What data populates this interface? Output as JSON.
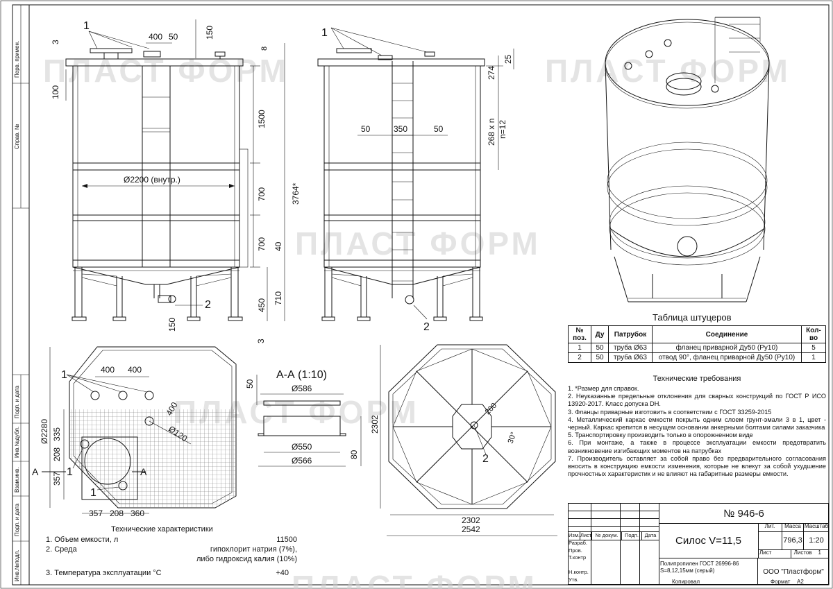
{
  "watermark": "ПЛАСТ ФОРМ",
  "side_stamps": [
    "Перв. примен.",
    "Справ. №",
    "Подп. и дата",
    "Инв.№дубл.",
    "Взам.инв.",
    "Подп. и дата",
    "Инв.№подл."
  ],
  "front_view": {
    "dims_top": [
      "400",
      "50",
      "150",
      "3",
      "100",
      "8"
    ],
    "dims_right": [
      "1500",
      "700",
      "700",
      "40",
      "710",
      "450",
      "150",
      "3"
    ],
    "total_height": "3764*",
    "diameter": "Ø2200 (внутр.)",
    "callouts": [
      "1",
      "2"
    ]
  },
  "side_view": {
    "dims": [
      "50",
      "350",
      "50",
      "274",
      "25",
      "268 x n",
      "n=12"
    ],
    "callouts": [
      "1",
      "2"
    ]
  },
  "plan_view": {
    "dims": [
      "400",
      "400",
      "Ø2280",
      "335",
      "208",
      "357",
      "400",
      "Ø120",
      "357",
      "208",
      "360"
    ],
    "section_marks": [
      "A",
      "A"
    ],
    "callouts": [
      "1",
      "1",
      "1"
    ]
  },
  "section_aa": {
    "title": "А-А (1:10)",
    "dims": [
      "50",
      "Ø586",
      "Ø550",
      "Ø566",
      "80"
    ]
  },
  "bottom_view": {
    "dims": [
      "2302",
      "2302",
      "2542",
      "200",
      "30°"
    ],
    "callouts": [
      "2"
    ]
  },
  "ports_table": {
    "title": "Таблица штуцеров",
    "headers": [
      "№ поз.",
      "Ду",
      "Патрубок",
      "Соединение",
      "Кол-во"
    ],
    "rows": [
      [
        "1",
        "50",
        "труба Ø63",
        "фланец приварной Ду50 (Ру10)",
        "5"
      ],
      [
        "2",
        "50",
        "труба Ø63",
        "отвод 90°, фланец приварной Ду50 (Ру10)",
        "1"
      ]
    ]
  },
  "requirements": {
    "title": "Технические требования",
    "items": [
      "1. *Размер для справок.",
      "2. Неуказанные предельные отклонения для сварных конструкций по ГОСТ Р ИСО 13920-2017. Класс допуска DH.",
      "3. Фланцы приварные изготовить в соответствии с ГОСТ 33259-2015",
      "4. Металлический каркас емкости покрыть одним слоем грунт-эмали 3 в 1, цвет - черный. Каркас крепится в несущем основании анкерными болтами силами заказчика",
      "5. Транспортировку производить только в опорожненном виде",
      "6. При монтаже, а также в процессе эксплуатации емкости предотвратить возникновение изгибающих моментов на патрубках",
      "7. Производитель оставляет за собой право без предварительного согласования вносить в конструкцию емкости изменения, которые не влекут за собой ухудшение прочностных характеристик и не влияют на габаритные размеры емкости."
    ]
  },
  "specs": {
    "title": "Технические характеристики",
    "rows": [
      {
        "label": "1. Объем емкости, л",
        "value": "11500"
      },
      {
        "label": "2. Среда",
        "value": "гипохлорит натрия (7%),"
      },
      {
        "label": "",
        "value": "либо гидроксид калия (10%)"
      },
      {
        "label": "3. Температура эксплуатации °С",
        "value": "+40"
      }
    ]
  },
  "title_block": {
    "doc_number": "№ 946-6",
    "name": "Силос V=11,5",
    "col_heads": [
      "Изм.",
      "Лист",
      "№ докум.",
      "Подп.",
      "Дата"
    ],
    "roles": [
      "Разраб.",
      "Пров.",
      "Т.контр",
      "",
      "Н.контр.",
      "Утв."
    ],
    "lit": "Лит.",
    "mass_label": "Масса",
    "scale_label": "Масштаб",
    "mass": "796,3",
    "scale": "1:20",
    "sheet_label": "Лист",
    "sheets_label": "Листов",
    "sheets": "1",
    "material": "Полипропилен ГОСТ 26996-86",
    "thickness": "S=8,12,15мм (серый)",
    "company": "ООО \"Пластформ\"",
    "copied": "Копировал",
    "format": "Формат",
    "format_value": "А2"
  }
}
